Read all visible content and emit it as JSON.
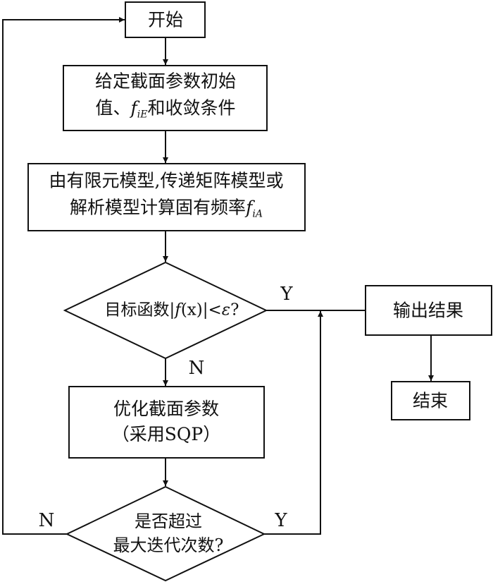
{
  "nodes": {
    "start": "开始",
    "init": {
      "line1": "给定截面参数初始",
      "line2_pre": "值、",
      "f": "f",
      "f_sub": "iE",
      "line2_post": "和收敛条件"
    },
    "compute": {
      "line1": "由有限元模型,传递矩阵模型或",
      "line2_pre": "解析模型计算固有频率",
      "f": "f",
      "f_sub": "iA"
    },
    "decision1": {
      "pre": "目标函数|",
      "f": "f",
      "paren": "(x)",
      "post": "|<",
      "eps": "ε",
      "q": "?"
    },
    "optimize": {
      "line1": "优化截面参数",
      "line2": "（采用SQP）"
    },
    "decision2": {
      "line1": "是否超过",
      "line2": "最大迭代次数?"
    },
    "output": "输出结果",
    "end": "结束"
  },
  "edge_labels": {
    "d1_yes": "Y",
    "d1_no": "N",
    "d2_no": "N",
    "d2_yes": "Y"
  },
  "colors": {
    "stroke": "#111111",
    "background": "#ffffff"
  }
}
